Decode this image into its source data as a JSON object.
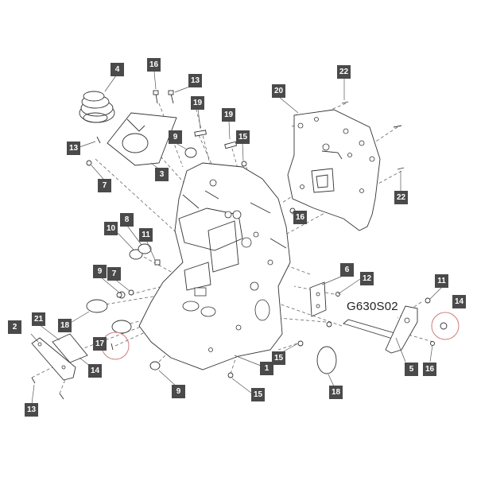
{
  "diagram": {
    "code": "G630S02",
    "highlight_color": "#d07a7a",
    "callout_color": "#4a4a4a",
    "callouts": [
      {
        "label": "4"
      },
      {
        "label": "16"
      },
      {
        "label": "13"
      },
      {
        "label": "22"
      },
      {
        "label": "20"
      },
      {
        "label": "19"
      },
      {
        "label": "9"
      },
      {
        "label": "19"
      },
      {
        "label": "15"
      },
      {
        "label": "13"
      },
      {
        "label": "7"
      },
      {
        "label": "3"
      },
      {
        "label": "16"
      },
      {
        "label": "22"
      },
      {
        "label": "8"
      },
      {
        "label": "10"
      },
      {
        "label": "11"
      },
      {
        "label": "6"
      },
      {
        "label": "12"
      },
      {
        "label": "9"
      },
      {
        "label": "7"
      },
      {
        "label": "11"
      },
      {
        "label": "14"
      },
      {
        "label": "2"
      },
      {
        "label": "21"
      },
      {
        "label": "18"
      },
      {
        "label": "17"
      },
      {
        "label": "14"
      },
      {
        "label": "15"
      },
      {
        "label": "1"
      },
      {
        "label": "5"
      },
      {
        "label": "16"
      },
      {
        "label": "9"
      },
      {
        "label": "15"
      },
      {
        "label": "13"
      },
      {
        "label": "18"
      }
    ]
  }
}
